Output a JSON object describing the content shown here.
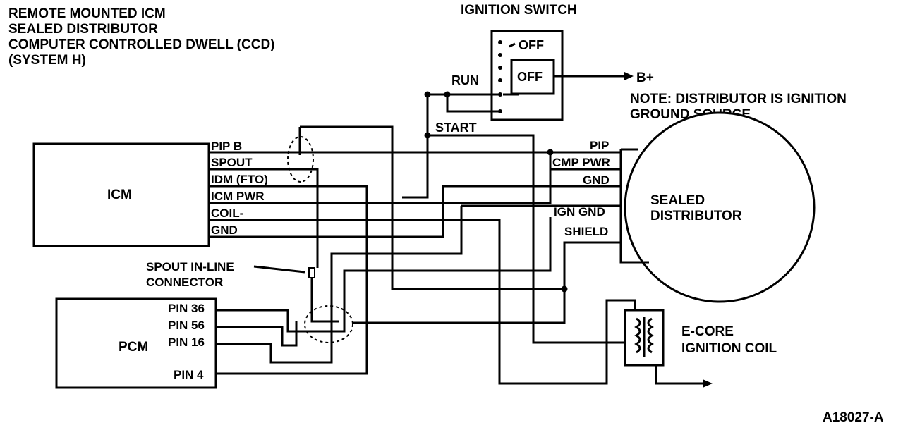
{
  "title_lines": [
    "REMOTE MOUNTED ICM",
    "SEALED DISTRIBUTOR",
    "COMPUTER CONTROLLED DWELL (CCD)",
    "(SYSTEM H)"
  ],
  "ignition_switch": {
    "label": "IGNITION SWITCH",
    "off_top": "OFF",
    "off_inner": "OFF",
    "run": "RUN",
    "start": "START",
    "bplus": "B+"
  },
  "note_lines": [
    "NOTE: DISTRIBUTOR IS IGNITION",
    "GROUND SOURCE"
  ],
  "icm": {
    "label": "ICM",
    "pins": [
      "PIP B",
      "SPOUT",
      "IDM (FTO)",
      "ICM PWR",
      "COIL-",
      "GND"
    ]
  },
  "distributor": {
    "label_lines": [
      "SEALED",
      "DISTRIBUTOR"
    ],
    "pins": [
      "PIP",
      "CMP PWR",
      "GND",
      "IGN GND",
      "SHIELD"
    ]
  },
  "pcm": {
    "label": "PCM",
    "pins": [
      "PIN 36",
      "PIN 56",
      "PIN 16",
      "PIN 4"
    ]
  },
  "spout_connector_lines": [
    "SPOUT IN-LINE",
    "CONNECTOR"
  ],
  "coil_lines": [
    "E-CORE",
    "IGNITION COIL"
  ],
  "figure_id": "A18027-A"
}
